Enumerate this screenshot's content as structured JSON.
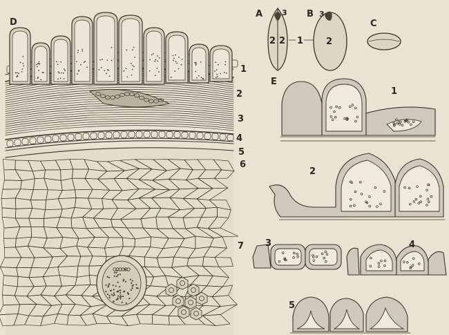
{
  "figure": {
    "panels": {
      "A": {
        "letter": "A",
        "labels": [
          "3",
          "2",
          "2",
          "1"
        ]
      },
      "B": {
        "letter": "B",
        "labels": [
          "3",
          "2"
        ]
      },
      "C": {
        "letter": "C"
      },
      "D": {
        "letter": "D",
        "layer_labels": [
          "1",
          "2",
          "3",
          "4",
          "5",
          "6",
          "7"
        ]
      },
      "E": {
        "letter": "E",
        "sub_labels": [
          "1",
          "2",
          "3",
          "4",
          "5"
        ]
      }
    }
  }
}
